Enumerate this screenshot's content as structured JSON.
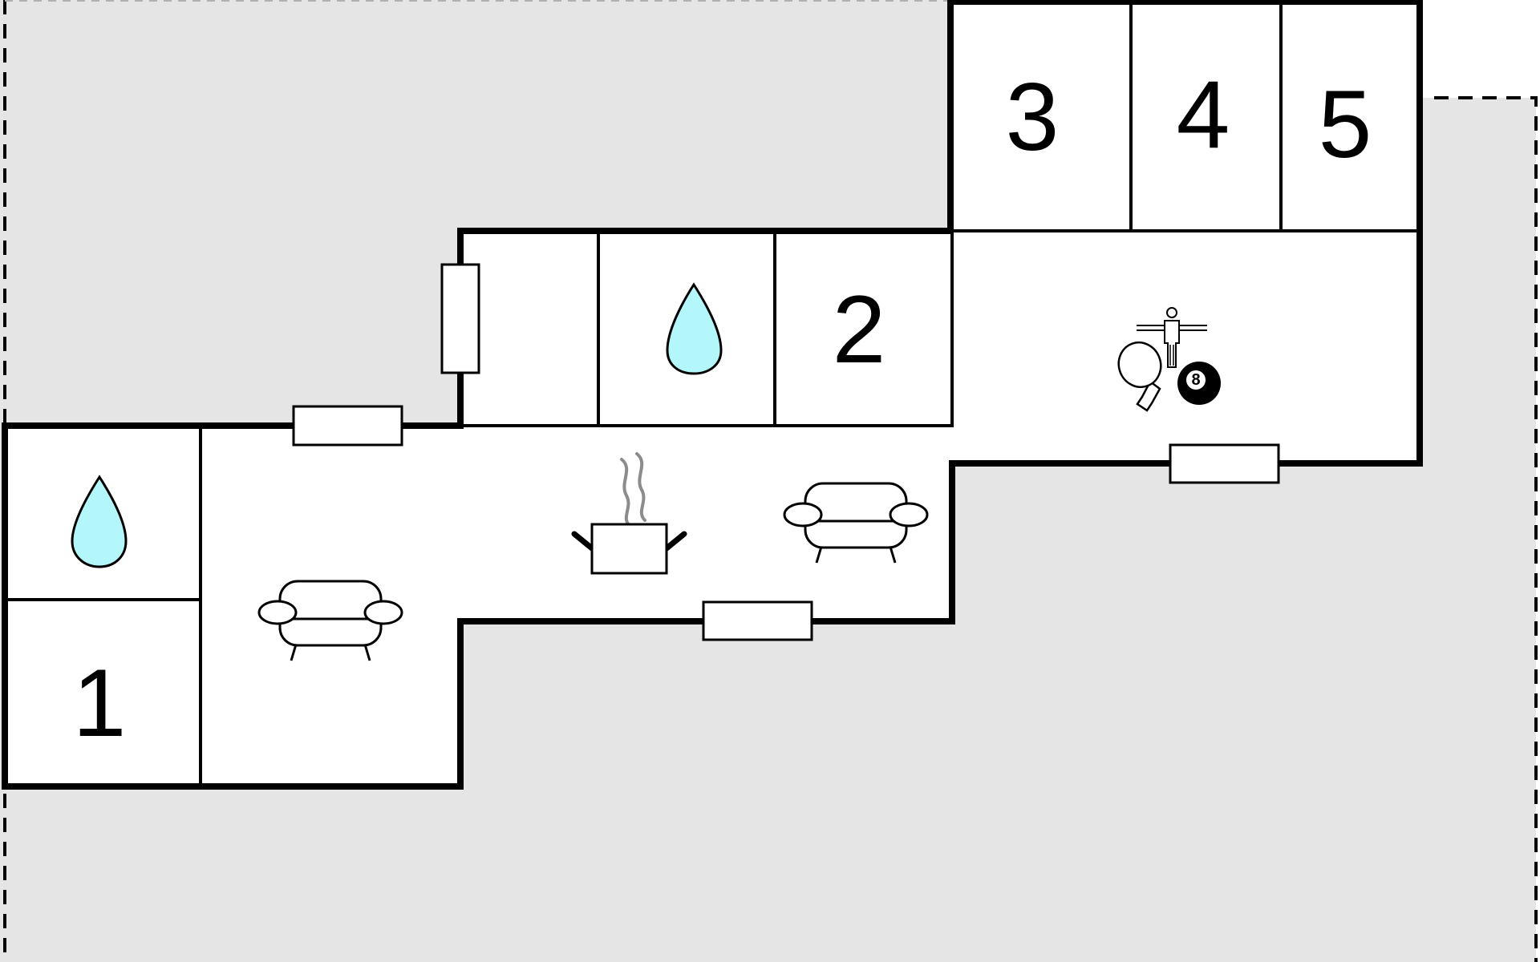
{
  "colors": {
    "outdoor_area": "#e5e5e5",
    "interior": "#ffffff",
    "wall": "#000000",
    "water_drop": "#b3f7fb",
    "steam": "#8c8c8c"
  },
  "rooms": [
    {
      "label": "1"
    },
    {
      "label": "2"
    },
    {
      "label": "3"
    },
    {
      "label": "4"
    },
    {
      "label": "5"
    }
  ],
  "icons": {
    "bathroom": "water-drop-icon",
    "living": "sofa-icon",
    "kitchen": "cooking-pot-icon",
    "games": [
      "table-football-icon",
      "table-tennis-paddle-icon",
      "billiard-ball-icon"
    ],
    "window": "window-icon"
  },
  "billiard_ball_number": "8"
}
